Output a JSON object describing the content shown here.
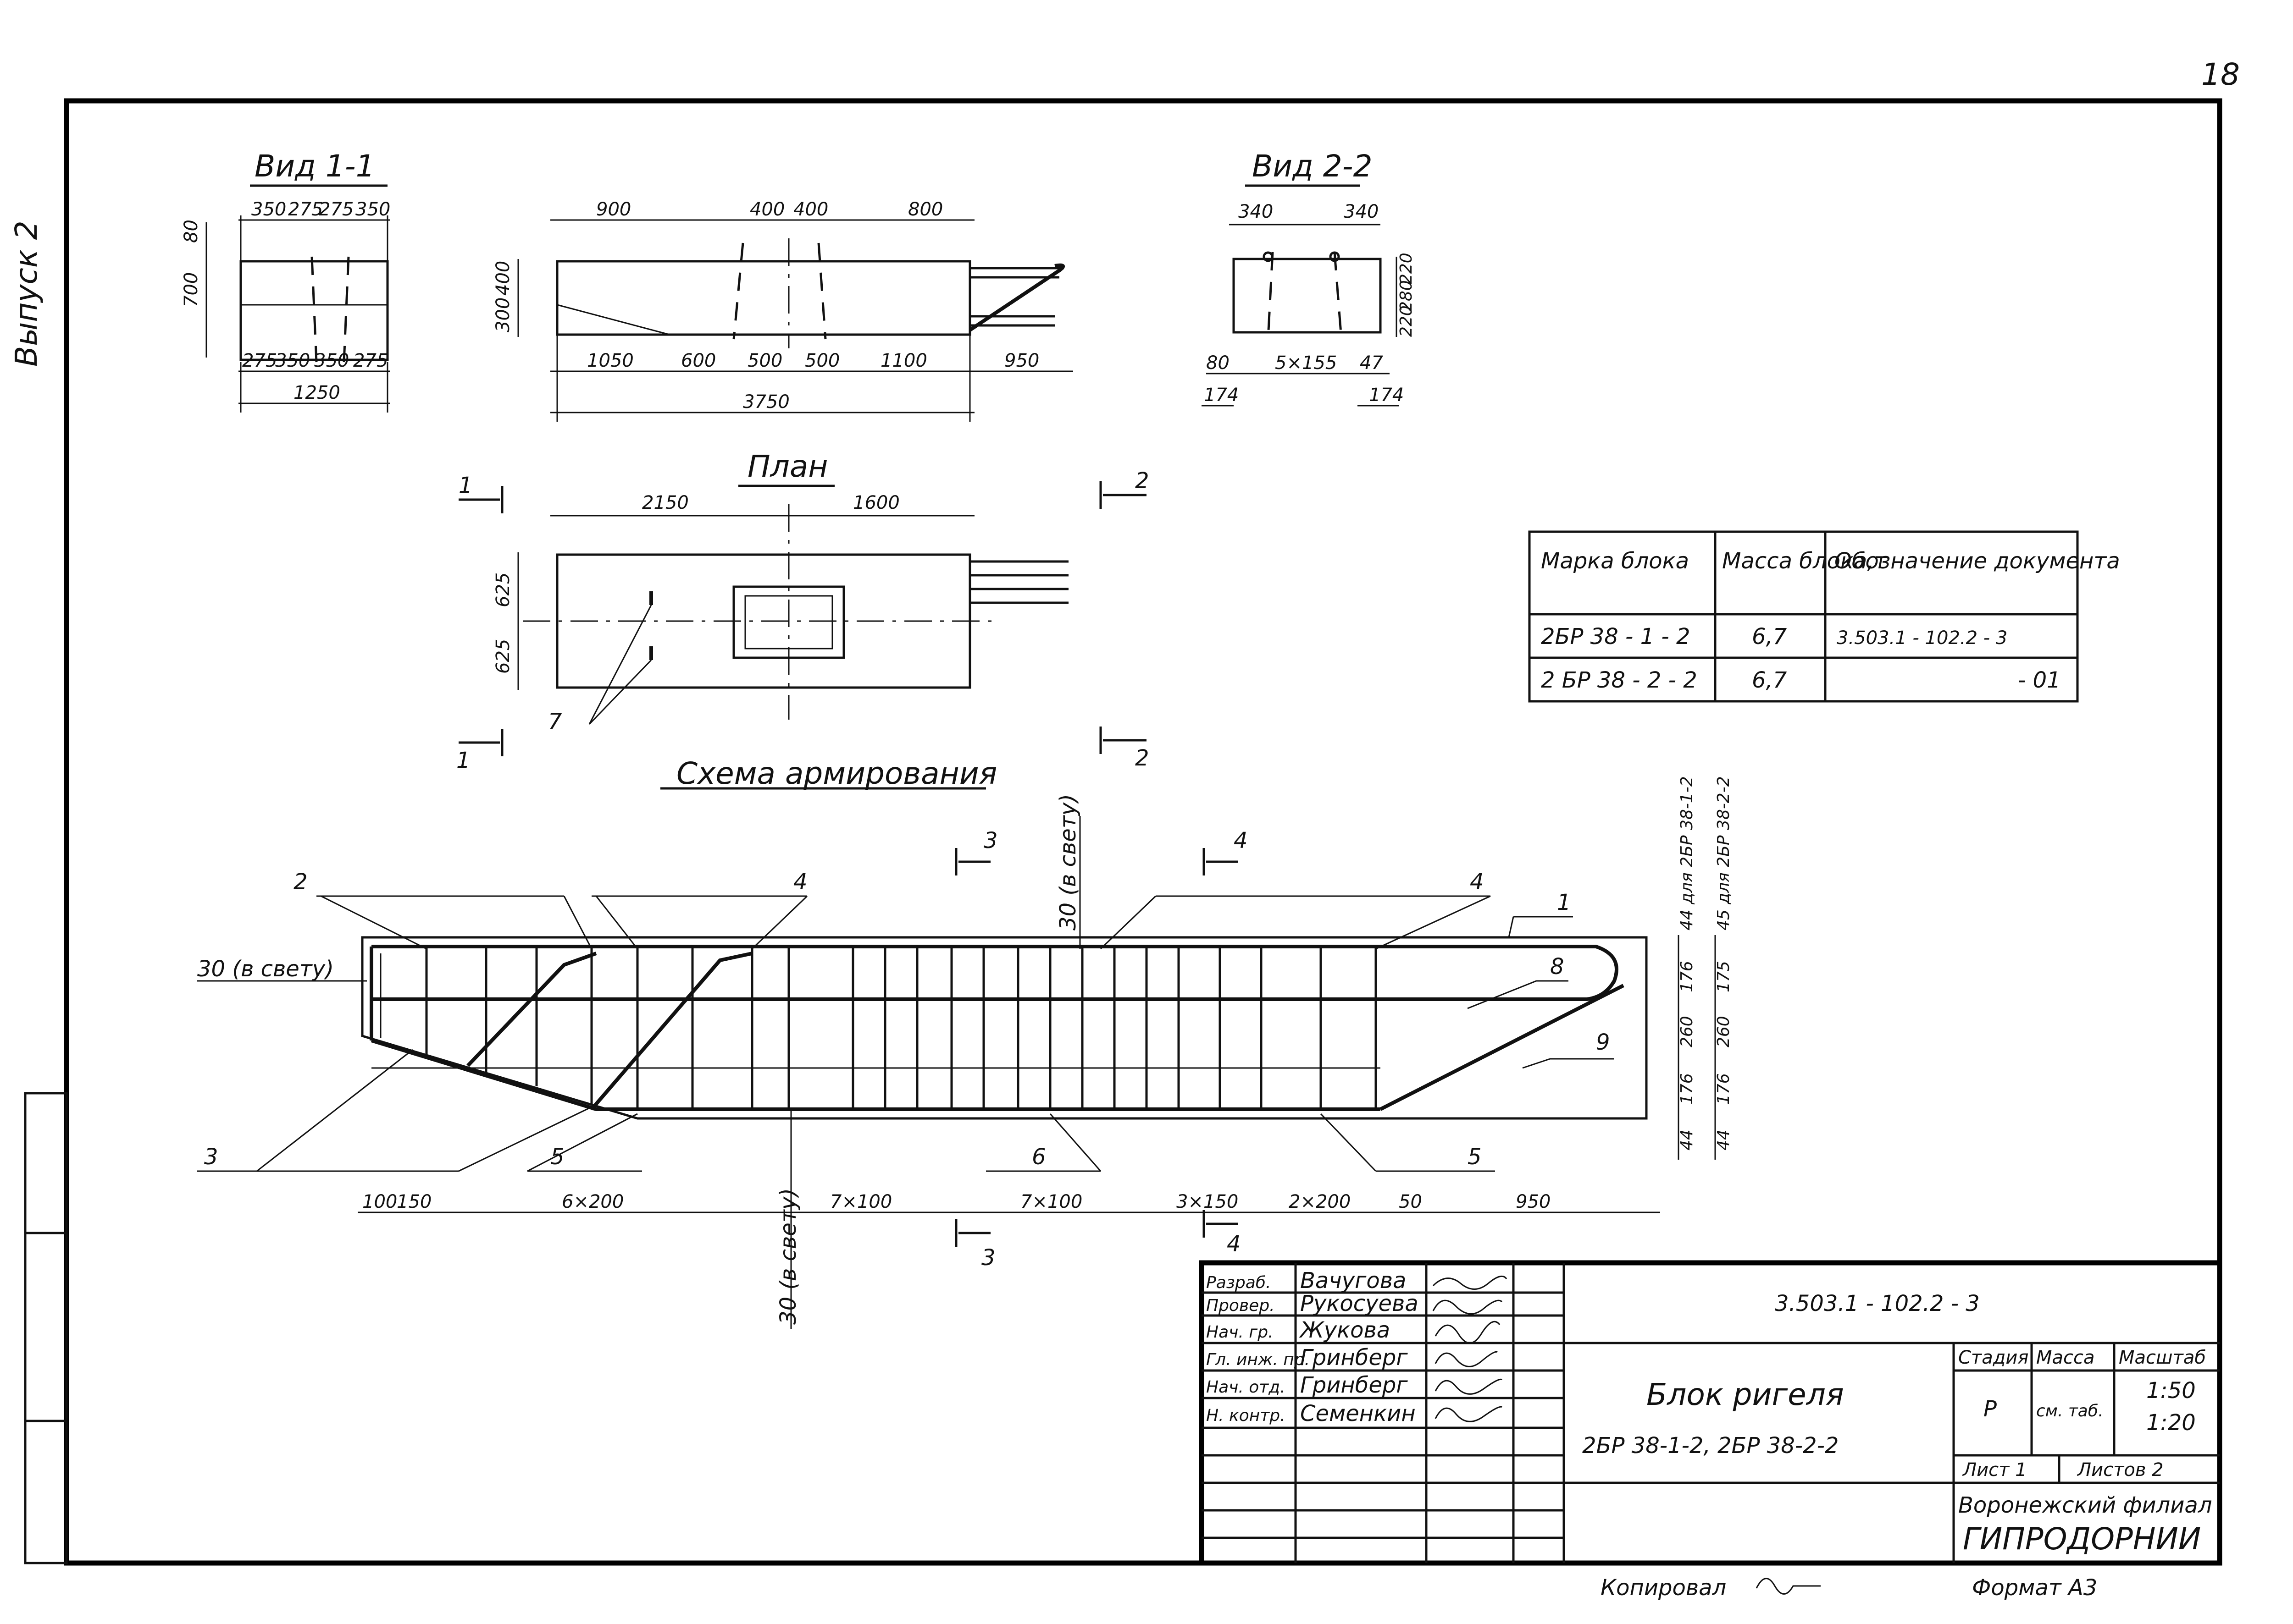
{
  "sheet_number": "18",
  "issue_label": "Выпуск 2",
  "views": {
    "view11": {
      "title": "Вид 1-1",
      "top_dims": [
        "350",
        "275",
        "275",
        "350"
      ],
      "left_dims": [
        "80",
        "700"
      ],
      "bottom_dims": [
        "275",
        "350",
        "350",
        "275"
      ],
      "total": "1250"
    },
    "side": {
      "top_dims": [
        "900",
        "400",
        "400",
        "800"
      ],
      "left_dims": [
        "400",
        "300"
      ],
      "bottom_dims": [
        "1050",
        "600",
        "500",
        "500",
        "1100",
        "950"
      ],
      "total": "3750"
    },
    "view22": {
      "title": "Вид 2-2",
      "top_dims": [
        "340",
        "340"
      ],
      "right_dims": [
        "220",
        "280",
        "220"
      ],
      "bottom_dims": [
        "80",
        "5×155",
        "47"
      ],
      "bottom_dims2": [
        "174",
        "174"
      ]
    },
    "plan": {
      "title": "План",
      "top_dims": [
        "2150",
        "1600"
      ],
      "left_dims": [
        "625",
        "625"
      ],
      "callout": "7",
      "section_marks": [
        "1",
        "1",
        "2",
        "2"
      ]
    }
  },
  "marks_table": {
    "headers": [
      "Марка блока",
      "Масса блока,т",
      "Обозначение документа"
    ],
    "rows": [
      [
        "2БР 38 - 1 - 2",
        "6,7",
        "3.503.1 - 102.2 - 3"
      ],
      [
        "2 БР 38 - 2 - 2",
        "6,7",
        "- 01"
      ]
    ]
  },
  "reinforcement": {
    "title": "Схема армирования",
    "callouts_top": [
      "2",
      "4",
      "4",
      "1"
    ],
    "callouts_bottom": [
      "3",
      "5",
      "6",
      "5"
    ],
    "callouts_right": [
      "8",
      "9"
    ],
    "clear_label": "30 (в свету)",
    "section_marks": [
      "3",
      "3",
      "4",
      "4"
    ],
    "right_dims_a": [
      "44 для 2БР 38-1-2",
      "176",
      "260",
      "176",
      "44"
    ],
    "right_dims_b": [
      "45 для 2БР 38-2-2",
      "175",
      "260",
      "176",
      "44"
    ],
    "bottom_dims": [
      "100",
      "150",
      "6×200",
      "7×100",
      "7×100",
      "3×150",
      "2×200",
      "50",
      "950"
    ]
  },
  "title_block": {
    "doc_code": "3.503.1 - 102.2 - 3",
    "title_line1": "Блок ригеля",
    "title_line2": "2БР 38-1-2, 2БР 38-2-2",
    "people": [
      {
        "role": "Разраб.",
        "name": "Вачугова"
      },
      {
        "role": "Провер.",
        "name": "Рукосуева"
      },
      {
        "role": "Нач. гр.",
        "name": "Жукова"
      },
      {
        "role": "Гл. инж. пр.",
        "name": "Гринберг"
      },
      {
        "role": "Нач. отд.",
        "name": "Гринберг"
      },
      {
        "role": "Н. контр.",
        "name": "Семенкин"
      }
    ],
    "stage_hdr": "Стадия",
    "mass_hdr": "Масса",
    "scale_hdr": "Масштаб",
    "stage": "Р",
    "mass": "см. таб.",
    "scale1": "1:50",
    "scale2": "1:20",
    "sheet": "Лист 1",
    "sheets": "Листов 2",
    "org_line1": "Воронежский филиал",
    "org_line2": "ГИПРОДОРНИИ"
  },
  "footer": {
    "copied": "Копировал",
    "format": "Формат А3"
  }
}
